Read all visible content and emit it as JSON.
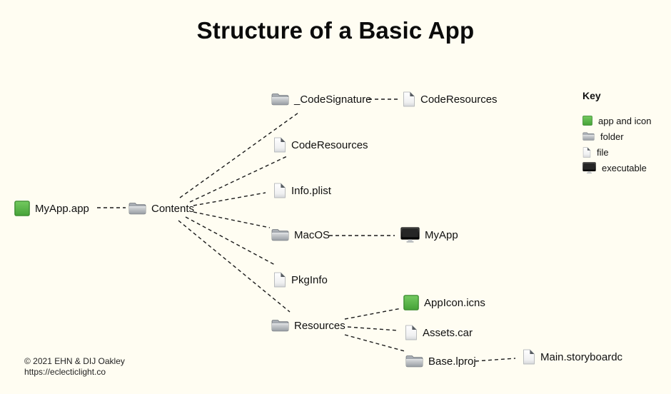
{
  "title": "Structure of a Basic App",
  "nodes": {
    "myapp_app": {
      "label": "MyApp.app",
      "type": "app"
    },
    "contents": {
      "label": "Contents",
      "type": "folder"
    },
    "code_signature": {
      "label": "_CodeSignature",
      "type": "folder"
    },
    "code_resources_sig": {
      "label": "CodeResources",
      "type": "file"
    },
    "code_resources": {
      "label": "CodeResources",
      "type": "file"
    },
    "info_plist": {
      "label": "Info.plist",
      "type": "file"
    },
    "macos": {
      "label": "MacOS",
      "type": "folder"
    },
    "myapp_exec": {
      "label": "MyApp",
      "type": "executable"
    },
    "pkginfo": {
      "label": "PkgInfo",
      "type": "file"
    },
    "resources": {
      "label": "Resources",
      "type": "folder"
    },
    "appicon": {
      "label": "AppIcon.icns",
      "type": "app"
    },
    "assets_car": {
      "label": "Assets.car",
      "type": "file"
    },
    "base_lproj": {
      "label": "Base.lproj",
      "type": "folder"
    },
    "main_storyboardc": {
      "label": "Main.storyboardc",
      "type": "file"
    }
  },
  "edges": [
    {
      "from": "MyApp.app",
      "to": "Contents"
    },
    {
      "from": "Contents",
      "to": "_CodeSignature"
    },
    {
      "from": "Contents",
      "to": "CodeResources"
    },
    {
      "from": "Contents",
      "to": "Info.plist"
    },
    {
      "from": "Contents",
      "to": "MacOS"
    },
    {
      "from": "Contents",
      "to": "PkgInfo"
    },
    {
      "from": "Contents",
      "to": "Resources"
    },
    {
      "from": "_CodeSignature",
      "to": "CodeResources"
    },
    {
      "from": "MacOS",
      "to": "MyApp"
    },
    {
      "from": "Resources",
      "to": "AppIcon.icns"
    },
    {
      "from": "Resources",
      "to": "Assets.car"
    },
    {
      "from": "Resources",
      "to": "Base.lproj"
    },
    {
      "from": "Base.lproj",
      "to": "Main.storyboardc"
    }
  ],
  "key": {
    "title": "Key",
    "items": [
      {
        "label": "app and icon",
        "type": "app"
      },
      {
        "label": "folder",
        "type": "folder"
      },
      {
        "label": "file",
        "type": "file"
      },
      {
        "label": "executable",
        "type": "executable"
      }
    ]
  },
  "footer": {
    "copyright": "© 2021 EHN & DIJ Oakley",
    "url": "https://eclecticlight.co"
  },
  "colors": {
    "background": "#FFFDF2",
    "app_green": "#56B948",
    "text": "#111111"
  }
}
